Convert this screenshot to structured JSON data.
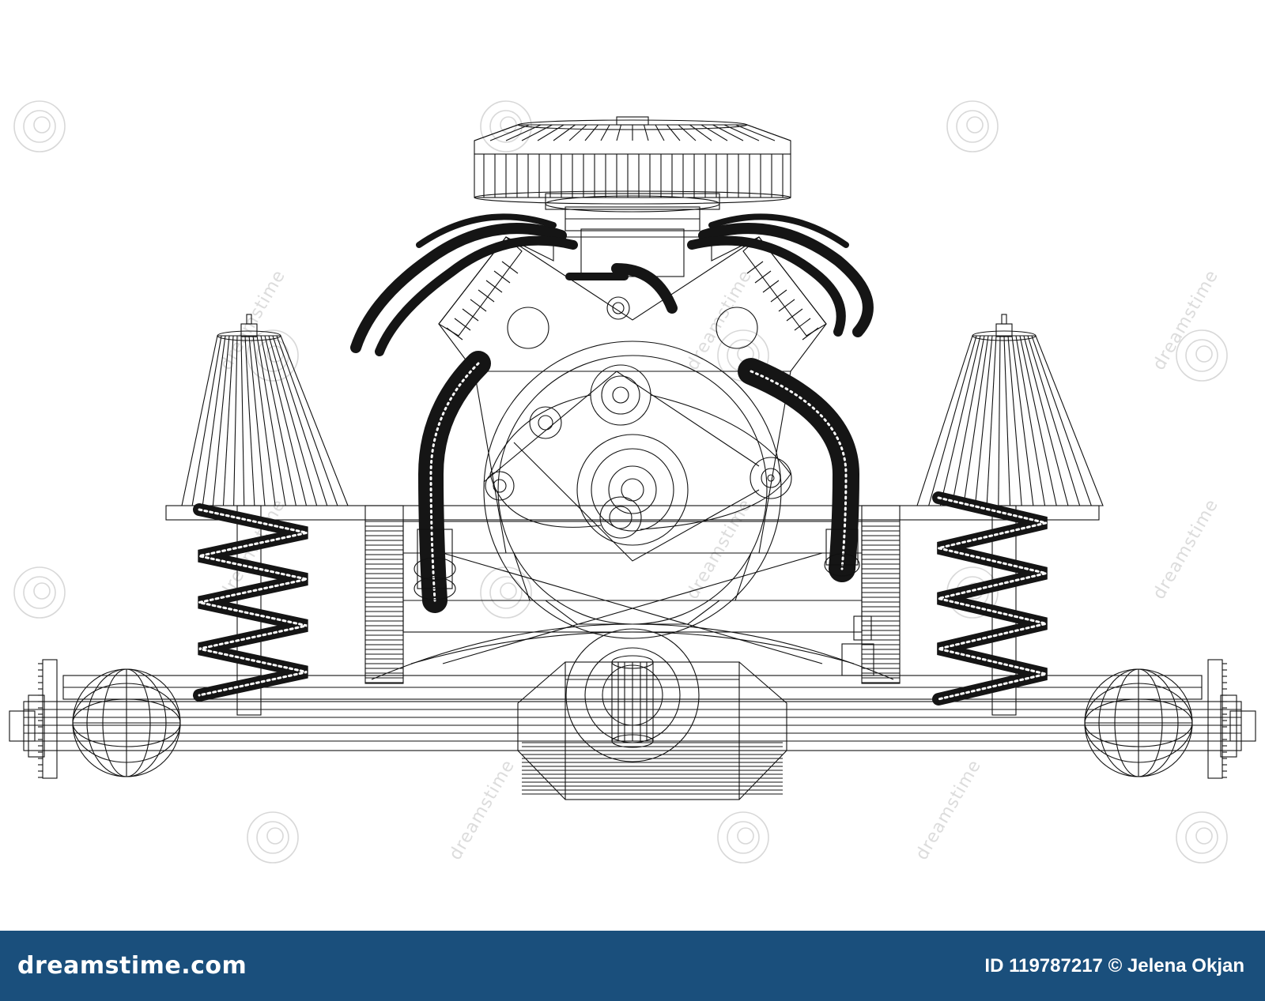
{
  "watermark": {
    "text": "dreamstime",
    "logo_icon": "dreamstime-spiral-icon"
  },
  "footer": {
    "brand": "dreamstime.com",
    "credit": "ID 119787217 © Jelena Okjan",
    "background_color": "#1a4f7c",
    "text_color": "#ffffff"
  },
  "colors": {
    "line": "#111111",
    "background": "#ffffff"
  }
}
